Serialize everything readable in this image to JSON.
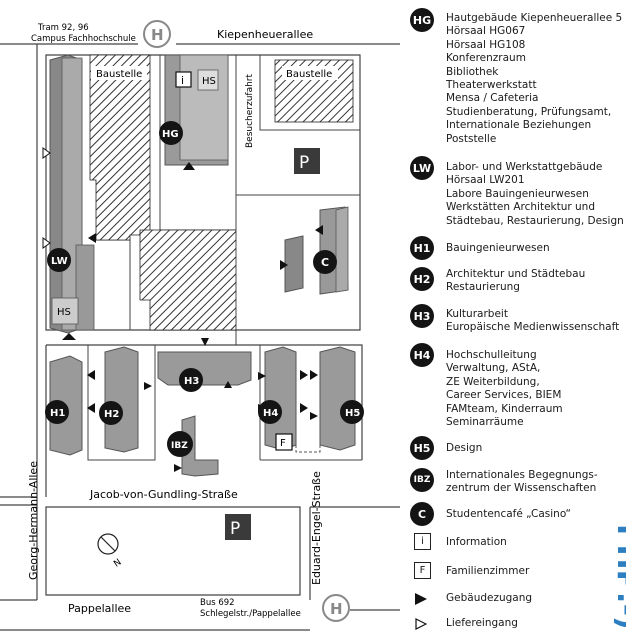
{
  "map": {
    "streets": {
      "kiepenheuer": "Kiepenheuerallee",
      "jacob": "Jacob-von-Gundling-Straße",
      "georg": "Georg-Hermann-Allee",
      "eduard": "Eduard-Engel-Straße",
      "pappel": "Pappelallee",
      "besucher": "Besucherzufahrt"
    },
    "transit": {
      "tram_line1": "Tram 92, 96",
      "tram_line2": "Campus Fachhochschule",
      "bus_line1": "Bus 692",
      "bus_line2": "Schlegelstr./Pappelallee",
      "stop_symbol": "H"
    },
    "labels": {
      "baustelle1": "Baustelle",
      "baustelle2": "Baustelle",
      "hs1": "HS",
      "hs2": "HS",
      "info": "i",
      "family": "F",
      "parking": "P",
      "compass_n": "N"
    },
    "markers": {
      "HG": "HG",
      "LW": "LW",
      "C": "C",
      "H1": "H1",
      "H2": "H2",
      "H3": "H3",
      "H4": "H4",
      "H5": "H5",
      "IBZ": "IBZ"
    }
  },
  "legend": {
    "items": [
      {
        "code": "HG",
        "text": "Hautgebäude Kiepenheuerallee 5\nHörsaal HG067\nHörsaal HG108\nKonferenzraum\nBibliothek\nTheaterwerkstatt\nMensa / Cafeteria\nStudienberatung, Prüfungsamt,\nInternationale Beziehungen\nPoststelle"
      },
      {
        "code": "LW",
        "text": "Labor- und Werkstattgebäude\nHörsaal LW201\nLabore Bauingenieurwesen\nWerkstätten Architektur und\nStädtebau, Restaurierung, Design"
      },
      {
        "code": "H1",
        "text": "Bauingenieurwesen"
      },
      {
        "code": "H2",
        "text": "Architektur und Städtebau\nRestaurierung"
      },
      {
        "code": "H3",
        "text": "Kulturarbeit\nEuropäische Medienwissenschaft"
      },
      {
        "code": "H4",
        "text": "Hochschulleitung\nVerwaltung, AStA,\nZE Weiterbildung,\nCareer Services, BIEM\nFAMteam, Kinderraum\nSeminarräume"
      },
      {
        "code": "H5",
        "text": "Design"
      },
      {
        "code": "IBZ",
        "text": "Internationales Begegnungs-\nzentrum der Wissenschaften"
      },
      {
        "code": "C",
        "text": "Studentencafé „Casino“"
      }
    ],
    "symbols": {
      "info_label": "i",
      "info_text": "Information",
      "family_label": "F",
      "family_text": "Familienzimmer",
      "entrance_text": "Gebäudezugang",
      "delivery_text": "Liefereingang"
    },
    "logo_text": "FHP:-)"
  }
}
